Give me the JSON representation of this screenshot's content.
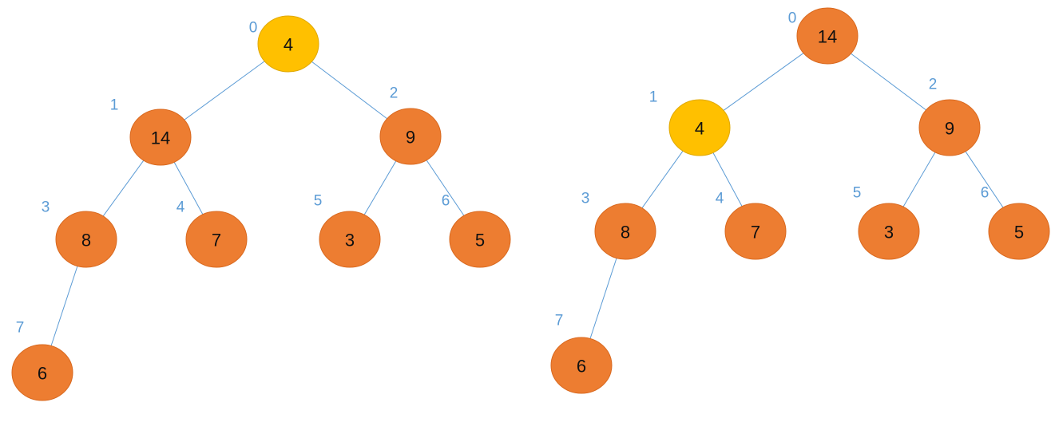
{
  "colors": {
    "node_fill": "#ed7d31",
    "node_stroke": "#d9691f",
    "highlight_fill": "#ffc000",
    "highlight_stroke": "#e0a800",
    "edge": "#5b9bd5",
    "index_label": "#5b9bd5"
  },
  "trees": [
    {
      "nodes": [
        {
          "index": "0",
          "value": "4",
          "highlighted": true
        },
        {
          "index": "1",
          "value": "14",
          "highlighted": false
        },
        {
          "index": "2",
          "value": "9",
          "highlighted": false
        },
        {
          "index": "3",
          "value": "8",
          "highlighted": false
        },
        {
          "index": "4",
          "value": "7",
          "highlighted": false
        },
        {
          "index": "5",
          "value": "3",
          "highlighted": false
        },
        {
          "index": "6",
          "value": "5",
          "highlighted": false
        },
        {
          "index": "7",
          "value": "6",
          "highlighted": false
        }
      ],
      "edges": [
        [
          0,
          1
        ],
        [
          0,
          2
        ],
        [
          1,
          3
        ],
        [
          1,
          4
        ],
        [
          2,
          5
        ],
        [
          2,
          6
        ],
        [
          3,
          7
        ]
      ]
    },
    {
      "nodes": [
        {
          "index": "0",
          "value": "14",
          "highlighted": false
        },
        {
          "index": "1",
          "value": "4",
          "highlighted": true
        },
        {
          "index": "2",
          "value": "9",
          "highlighted": false
        },
        {
          "index": "3",
          "value": "8",
          "highlighted": false
        },
        {
          "index": "4",
          "value": "7",
          "highlighted": false
        },
        {
          "index": "5",
          "value": "3",
          "highlighted": false
        },
        {
          "index": "6",
          "value": "5",
          "highlighted": false
        },
        {
          "index": "7",
          "value": "6",
          "highlighted": false
        }
      ],
      "edges": [
        [
          0,
          1
        ],
        [
          0,
          2
        ],
        [
          1,
          3
        ],
        [
          1,
          4
        ],
        [
          2,
          5
        ],
        [
          2,
          6
        ],
        [
          3,
          7
        ]
      ]
    }
  ]
}
